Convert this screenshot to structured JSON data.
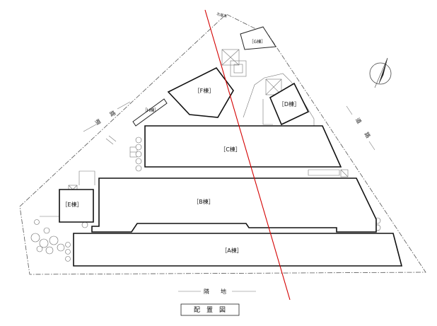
{
  "buildings": {
    "a": "［A棟］",
    "b": "［B棟］",
    "c": "［C棟］",
    "d": "［D棟］",
    "e": "［E棟］",
    "f": "［F棟］",
    "g": "［G棟］",
    "h": "［H棟］"
  },
  "roads": {
    "left": "道　路",
    "right": "道　路",
    "bottom": "隣　地"
  },
  "north_label": "北基準",
  "title": "配置図"
}
